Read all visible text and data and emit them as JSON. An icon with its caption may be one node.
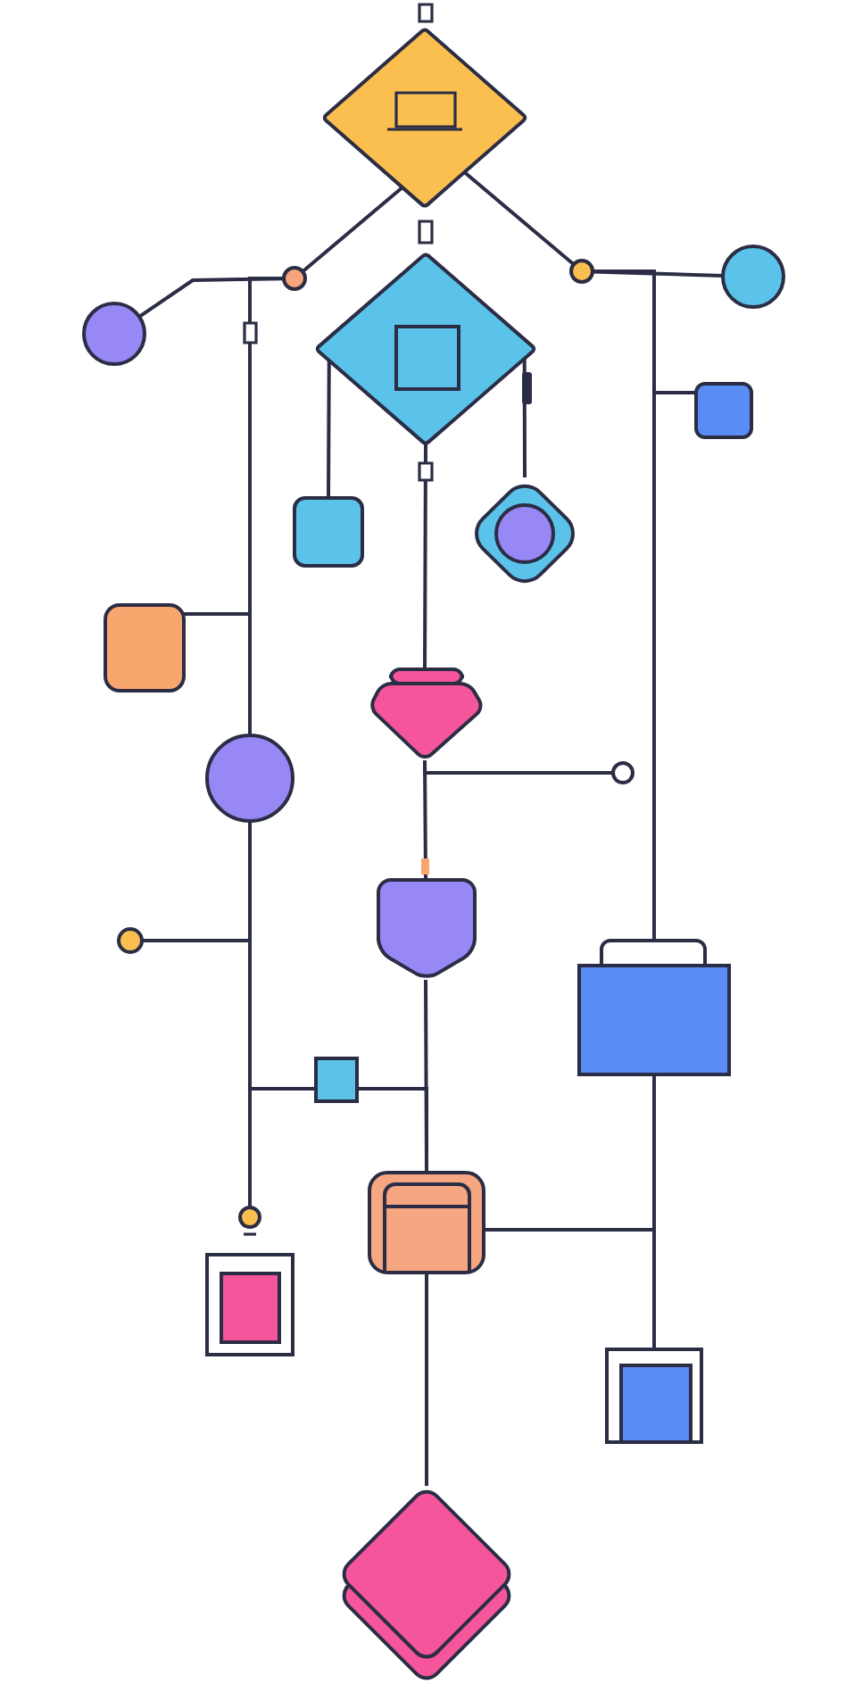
{
  "diagram": {
    "nodes": [
      {
        "text": [],
        "shape": "diamond"
      },
      {
        "text": [],
        "shape": "circle"
      },
      {
        "text": [],
        "shape": "circle"
      },
      {
        "text": [],
        "shape": "circle"
      },
      {
        "text": [],
        "shape": "circle"
      },
      {
        "text": [],
        "shape": "diamond"
      },
      {
        "text": [],
        "shape": "box"
      },
      {
        "text": [],
        "shape": "box"
      },
      {
        "text": [],
        "shape": "diamond"
      },
      {
        "text": [],
        "shape": "box"
      },
      {
        "text": [],
        "shape": "gem"
      },
      {
        "text": [],
        "shape": "circle"
      },
      {
        "text": [],
        "shape": "circle"
      },
      {
        "text": [],
        "shape": "circle"
      },
      {
        "text": [],
        "shape": "shield"
      },
      {
        "text": [],
        "shape": "briefcase"
      },
      {
        "text": [],
        "shape": "box"
      },
      {
        "text": [],
        "shape": "box"
      },
      {
        "text": [],
        "shape": "circle"
      },
      {
        "text": [],
        "shape": "box"
      },
      {
        "text": [],
        "shape": "box"
      },
      {
        "text": [],
        "shape": "diamond"
      }
    ],
    "edges": [
      {
        "from": 0,
        "to": 1,
        "arrow": "none"
      },
      {
        "from": 0,
        "to": 2,
        "arrow": "none"
      },
      {
        "from": 1,
        "to": 4,
        "arrow": "none"
      },
      {
        "from": 2,
        "to": 3,
        "arrow": "none"
      },
      {
        "from": 1,
        "to": 11,
        "arrow": "none"
      },
      {
        "from": 2,
        "to": 15,
        "arrow": "none"
      },
      {
        "from": 2,
        "to": 6,
        "arrow": "none"
      },
      {
        "from": 5,
        "to": 7,
        "arrow": "none"
      },
      {
        "from": 5,
        "to": 8,
        "arrow": "none"
      },
      {
        "from": 5,
        "to": 10,
        "arrow": "none"
      },
      {
        "from": 9,
        "to": 11,
        "arrow": "none"
      },
      {
        "from": 10,
        "to": 12,
        "arrow": "none"
      },
      {
        "from": 10,
        "to": 14,
        "arrow": "none"
      },
      {
        "from": 13,
        "to": 11,
        "arrow": "none"
      },
      {
        "from": 11,
        "to": 18,
        "arrow": "none"
      },
      {
        "from": 11,
        "to": 16,
        "arrow": "none"
      },
      {
        "from": 16,
        "to": 17,
        "arrow": "none"
      },
      {
        "from": 14,
        "to": 17,
        "arrow": "none"
      },
      {
        "from": 17,
        "to": 20,
        "arrow": "none"
      },
      {
        "from": 15,
        "to": 20,
        "arrow": "none"
      },
      {
        "from": 17,
        "to": 21,
        "arrow": "none"
      }
    ]
  }
}
